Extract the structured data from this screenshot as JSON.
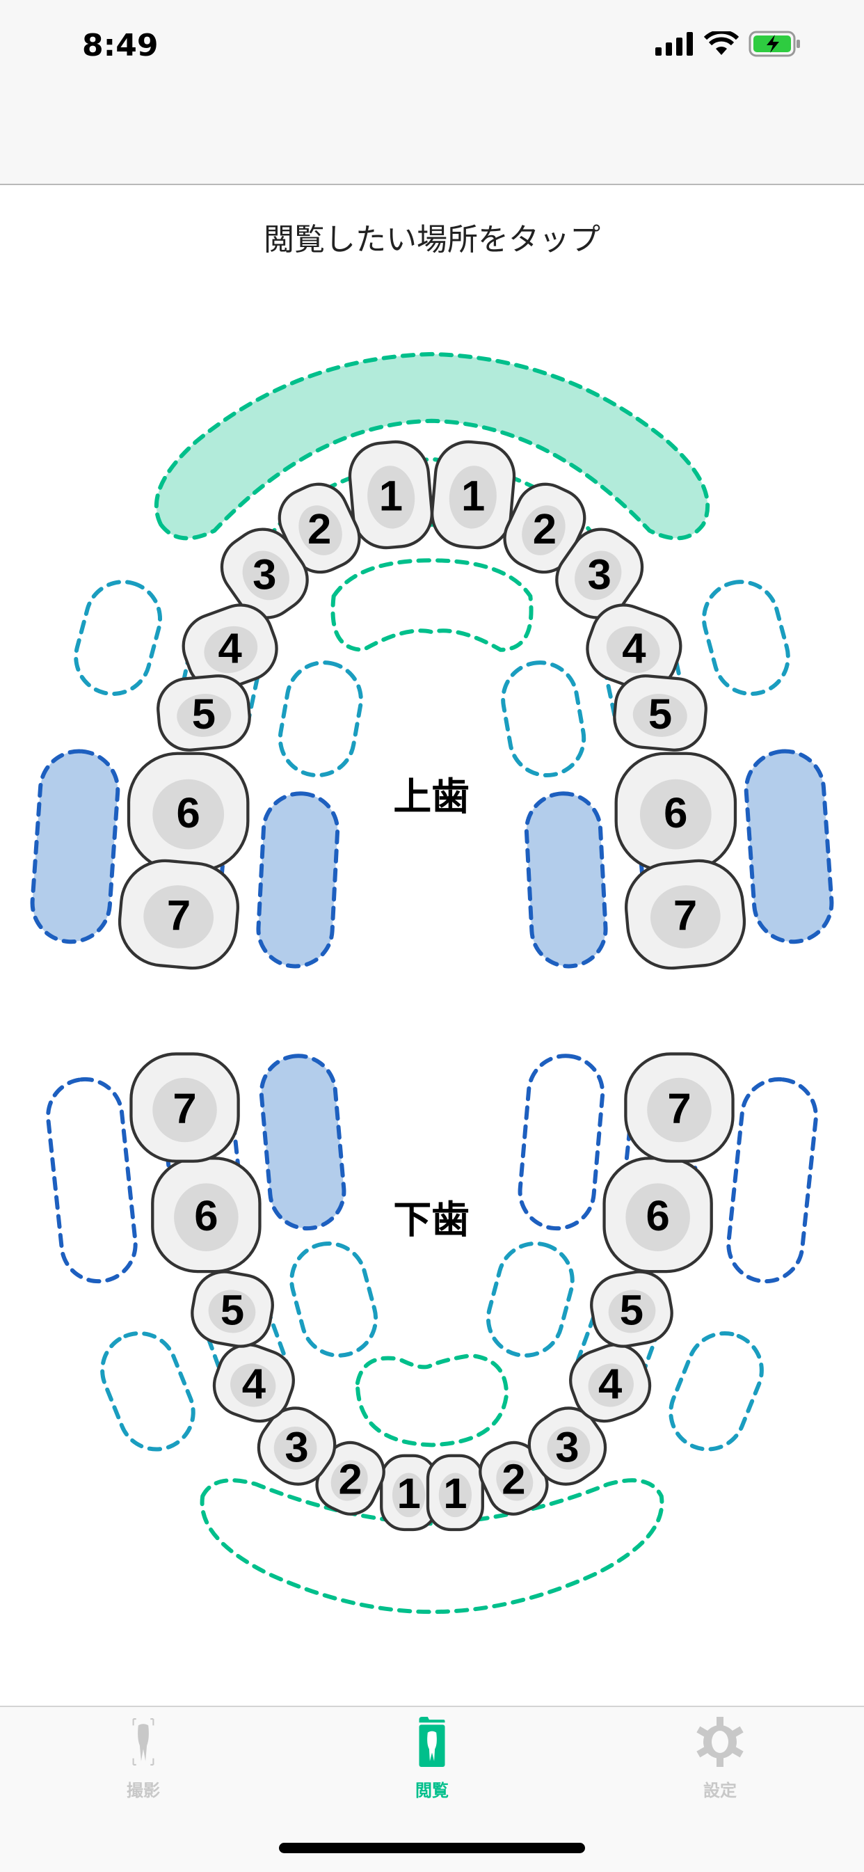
{
  "status_bar": {
    "time": "8:49",
    "icons": [
      "signal-icon",
      "wifi-icon",
      "battery-charging-icon"
    ]
  },
  "header": {
    "title": "閲覧したい場所をタップ"
  },
  "jaw_labels": {
    "upper": "上歯",
    "lower": "下歯"
  },
  "upper_teeth": {
    "left": [
      "1",
      "2",
      "3",
      "4",
      "5",
      "6",
      "7"
    ],
    "right": [
      "1",
      "2",
      "3",
      "4",
      "5",
      "6",
      "7"
    ]
  },
  "lower_teeth": {
    "left": [
      "1",
      "2",
      "3",
      "4",
      "5",
      "6",
      "7"
    ],
    "right": [
      "1",
      "2",
      "3",
      "4",
      "5",
      "6",
      "7"
    ]
  },
  "colors": {
    "accent": "#00BF8B",
    "gum_fill": "#B2EBDA",
    "molar_blue": "#1D5FBF",
    "molar_fill": "#B3CDEB",
    "premolar_teal": "#1A9DBF",
    "inactive": "#C8C8C8"
  },
  "tabbar": {
    "tabs": [
      {
        "label": "撮影",
        "icon": "tooth-camera-icon",
        "active": false
      },
      {
        "label": "閲覧",
        "icon": "tooth-folder-icon",
        "active": true
      },
      {
        "label": "設定",
        "icon": "gear-icon",
        "active": false
      }
    ]
  }
}
